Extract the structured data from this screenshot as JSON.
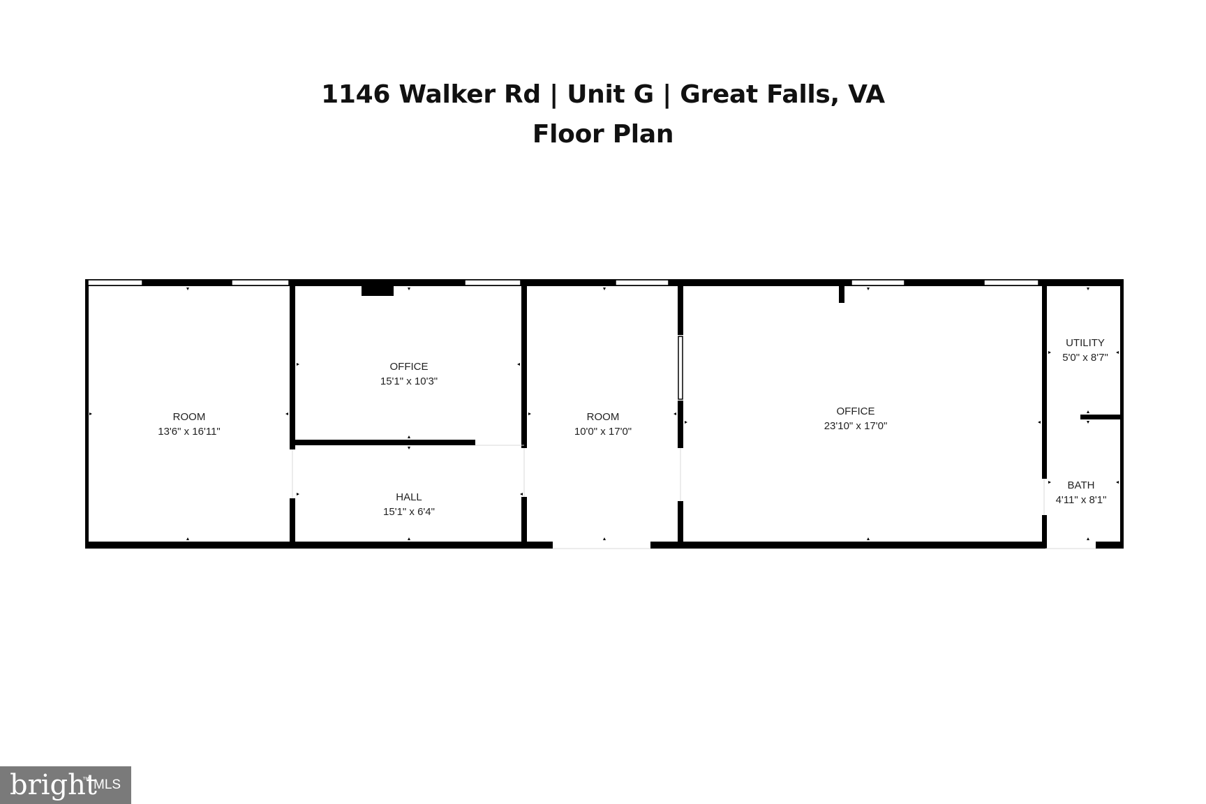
{
  "header": {
    "title_line1": "1146 Walker Rd | Unit G | Great Falls, VA",
    "title_line2": "Floor Plan"
  },
  "rooms": [
    {
      "name": "ROOM",
      "dims": "13'6\" x 16'11\""
    },
    {
      "name": "OFFICE",
      "dims": "15'1\" x 10'3\""
    },
    {
      "name": "HALL",
      "dims": "15'1\" x 6'4\""
    },
    {
      "name": "ROOM",
      "dims": "10'0\" x 17'0\""
    },
    {
      "name": "OFFICE",
      "dims": "23'10\" x 17'0\""
    },
    {
      "name": "UTILITY",
      "dims": "5'0\" x 8'7\""
    },
    {
      "name": "BATH",
      "dims": "4'11\" x 8'1\""
    }
  ],
  "watermark": {
    "brand": "bright",
    "suffix": "MLS"
  },
  "colors": {
    "wall": "#000000",
    "background": "#ffffff",
    "watermark_bg": "#7a7a7a"
  }
}
